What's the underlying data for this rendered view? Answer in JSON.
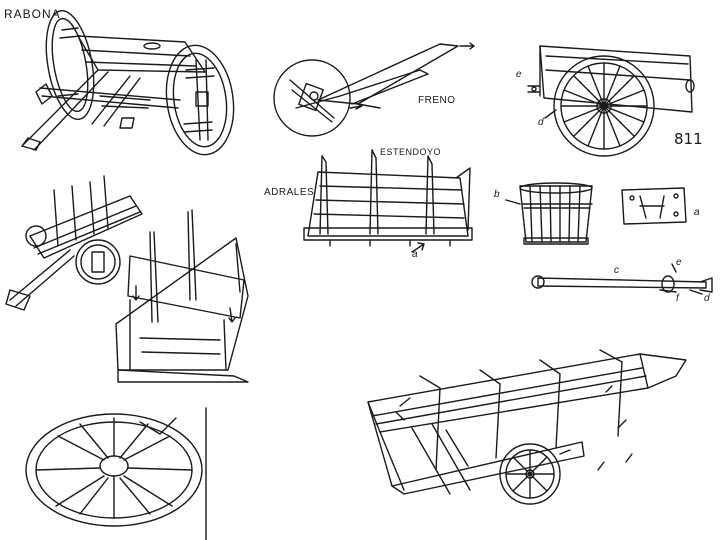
{
  "labels": {
    "rabona": "RABONA",
    "freno": "FRENO",
    "estendoyo": "ESTENDOYO",
    "adrales": "ADRALES",
    "plate_number": "811",
    "e_top": "e",
    "d_top": "d",
    "b_mid": "b",
    "a_adrales": "a",
    "a_bracket": "a",
    "c_axle": "c",
    "e_axle": "e",
    "f_axle": "f",
    "d_axle": "d"
  },
  "colors": {
    "ink": "#1a1a1a",
    "paper": "#ffffff"
  }
}
